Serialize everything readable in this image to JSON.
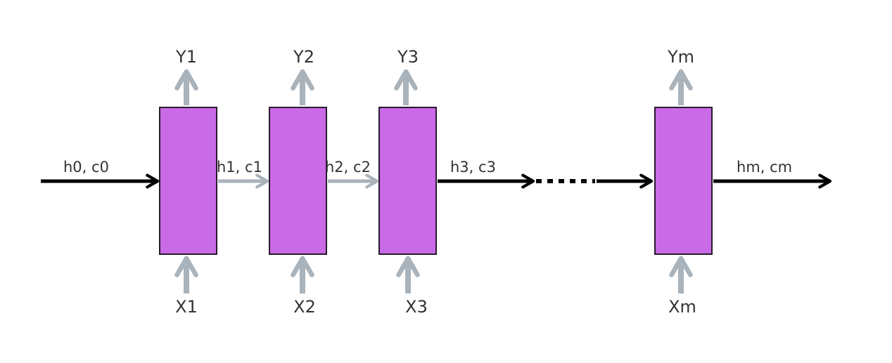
{
  "colors": {
    "cell_fill": "#c96ae6",
    "cell_stroke": "#2a1a2e",
    "gray_arrow": "#a9b3bb",
    "black_arrow": "#000000",
    "text": "#333333"
  },
  "cells": [
    {
      "output": "Y1",
      "input": "X1"
    },
    {
      "output": "Y2",
      "input": "X2"
    },
    {
      "output": "Y3",
      "input": "X3"
    },
    {
      "output": "Ym",
      "input": "Xm"
    }
  ],
  "states": {
    "initial": "h0, c0",
    "s1": "h1, c1",
    "s2": "h2, c2",
    "s3": "h3, c3",
    "final": "hm, cm"
  }
}
